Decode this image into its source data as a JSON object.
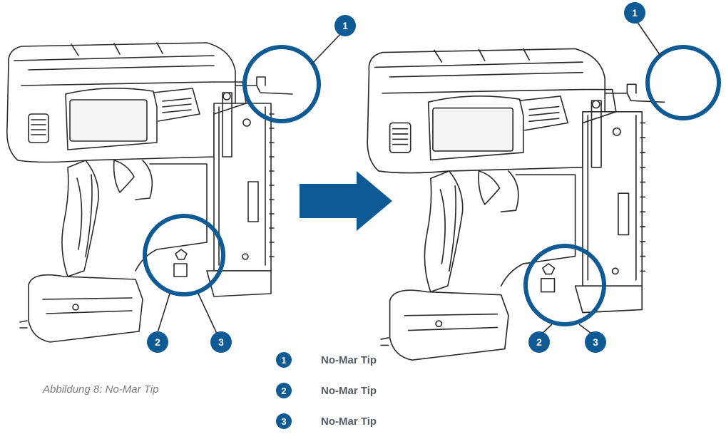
{
  "colors": {
    "accent": "#0d5a94",
    "line": "#2b2b2b",
    "caption": "#7a7a7a",
    "legend_text": "#555b62"
  },
  "callouts": {
    "left": {
      "tip_top": "1",
      "tip_bottom_a": "2",
      "tip_bottom_b": "3"
    },
    "right": {
      "tip_top": "1",
      "tip_bottom_a": "2",
      "tip_bottom_b": "3"
    }
  },
  "caption": "Abbildung 8: No-Mar Tip",
  "legend": [
    {
      "num": "1",
      "label": "No-Mar Tip"
    },
    {
      "num": "2",
      "label": "No-Mar Tip"
    },
    {
      "num": "3",
      "label": "No-Mar Tip"
    }
  ],
  "arrow": "arrow-right-icon"
}
